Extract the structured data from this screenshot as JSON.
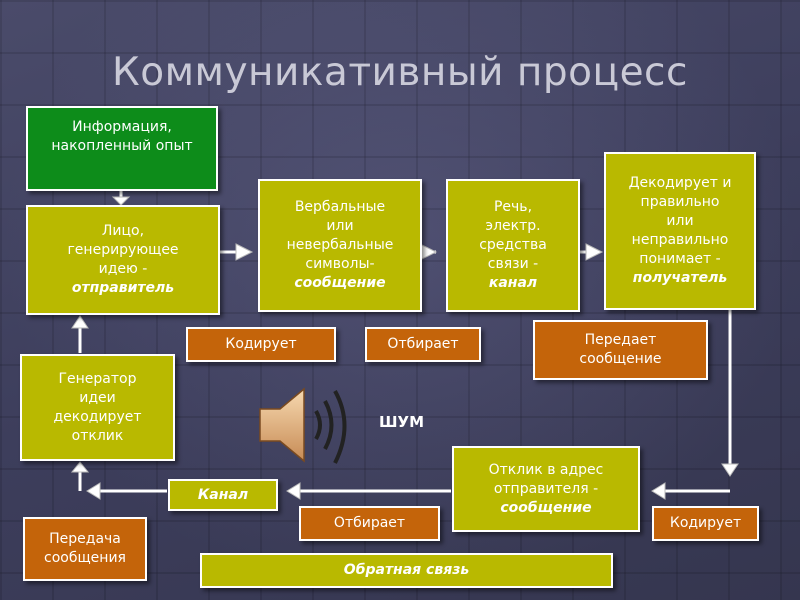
{
  "title": "Коммуникативный процесс",
  "info_box": {
    "line1": "Информация,",
    "line2": "накопленный опыт"
  },
  "sender_box": {
    "line1": "Лицо,",
    "line2": "генерирующее",
    "line3": "идею -",
    "line4": "отправитель"
  },
  "symbols_box": {
    "line1": "Вербальные",
    "line2": "или",
    "line3": "невербальные",
    "line4": "символы-",
    "line5": "сообщение"
  },
  "channel_box": {
    "line1": "Речь,",
    "line2": "электр.",
    "line3": "средства",
    "line4": "связи -",
    "line5": "канал"
  },
  "receiver_box": {
    "line1": "Декодирует и",
    "line2": "правильно",
    "line3": "или",
    "line4": "неправильно",
    "line5": "понимает -",
    "line6": "получатель"
  },
  "encodes_label": "Кодирует",
  "selects_label": "Отбирает",
  "transmits_label": {
    "line1": "Передает",
    "line2": "сообщение"
  },
  "generator_box": {
    "line1": "Генератор",
    "line2": "идеи",
    "line3": "декодирует",
    "line4": "отклик"
  },
  "noise_label": "ШУМ",
  "response_box": {
    "line1": "Отклик в адрес",
    "line2": "отправителя -",
    "line3": "сообщение"
  },
  "return_channel_label": "Канал",
  "selects_bottom_label": "Отбирает",
  "encodes_bottom_label": "Кодирует",
  "transmission_label": {
    "line1": "Передача",
    "line2": "сообщения"
  },
  "feedback_label": "Обратная связь",
  "colors": {
    "green": "#0d8c1a",
    "olive": "#b9b900",
    "orange": "#c4640a",
    "background": "#3f405e"
  },
  "icons": {
    "speaker": "speaker-icon"
  }
}
